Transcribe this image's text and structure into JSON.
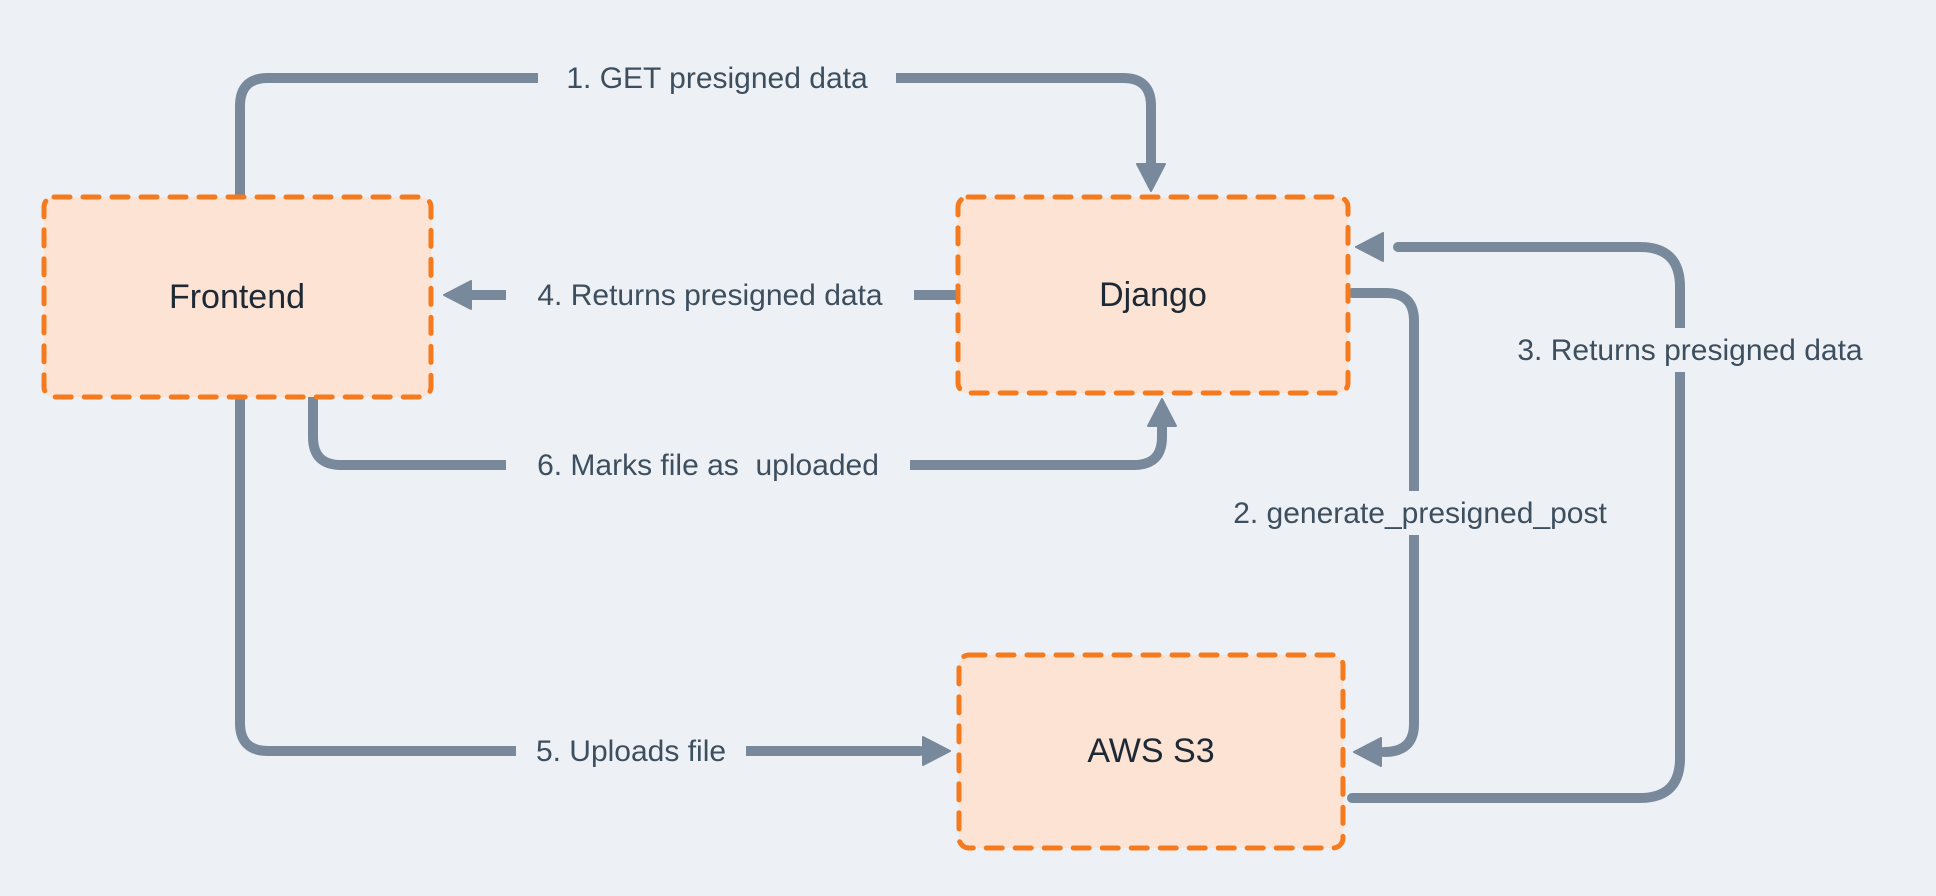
{
  "diagram": {
    "background_color": "#edf1f5",
    "node_fill_color": "#fce3d3",
    "node_border_color": "#f5791d",
    "arrow_color": "#78899b",
    "edge_label_color": "#3d4e5e",
    "node_label_color": "#1e2936",
    "nodes": [
      {
        "id": "frontend",
        "label": "Frontend"
      },
      {
        "id": "django",
        "label": "Django"
      },
      {
        "id": "aws-s3",
        "label": "AWS S3"
      }
    ],
    "edges": [
      {
        "id": "1",
        "label": "1. GET presigned data",
        "from": "frontend",
        "to": "django"
      },
      {
        "id": "2",
        "label": "2. generate_presigned_post",
        "from": "django",
        "to": "aws-s3"
      },
      {
        "id": "3",
        "label": "3. Returns presigned data",
        "from": "aws-s3",
        "to": "django"
      },
      {
        "id": "4",
        "label": "4. Returns presigned data",
        "from": "django",
        "to": "frontend"
      },
      {
        "id": "5",
        "label": "5. Uploads file",
        "from": "frontend",
        "to": "aws-s3"
      },
      {
        "id": "6",
        "label": "6. Marks file as  uploaded",
        "from": "frontend",
        "to": "django"
      }
    ]
  }
}
